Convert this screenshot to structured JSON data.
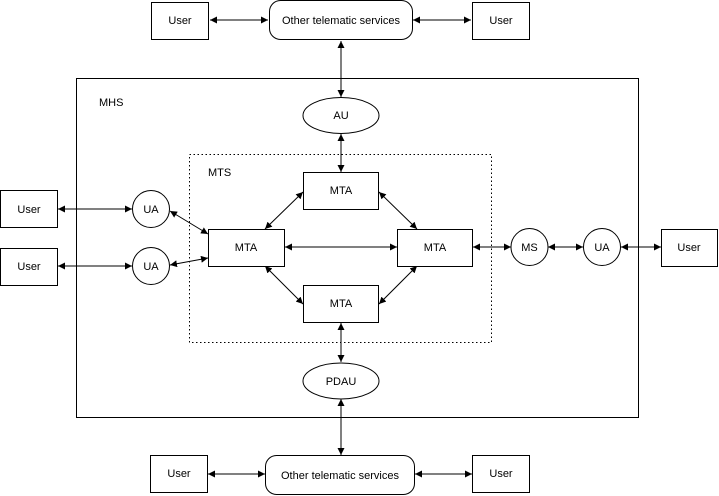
{
  "diagram": {
    "nodes": {
      "user_top_left": "User",
      "services_top": "Other telematic services",
      "user_top_right": "User",
      "mhs": "MHS",
      "au": "AU",
      "mts": "MTS",
      "mta_top": "MTA",
      "user_left_1": "User",
      "ua_left_1": "UA",
      "mta_left": "MTA",
      "mta_right": "MTA",
      "ms": "MS",
      "ua_right": "UA",
      "user_right": "User",
      "user_left_2": "User",
      "ua_left_2": "UA",
      "mta_bottom": "MTA",
      "pdau": "PDAU",
      "user_bottom_left": "User",
      "services_bottom": "Other telematic services",
      "user_bottom_right": "User"
    },
    "connections": [
      [
        "User",
        "Other telematic services"
      ],
      [
        "Other telematic services",
        "User"
      ],
      [
        "Other telematic services",
        "AU"
      ],
      [
        "AU",
        "MTA"
      ],
      [
        "MTA",
        "MTA"
      ],
      [
        "User",
        "UA"
      ],
      [
        "UA",
        "MTA"
      ],
      [
        "MTA",
        "MS"
      ],
      [
        "MS",
        "UA"
      ],
      [
        "UA",
        "User"
      ],
      [
        "MTA",
        "PDAU"
      ],
      [
        "PDAU",
        "Other telematic services"
      ]
    ]
  }
}
